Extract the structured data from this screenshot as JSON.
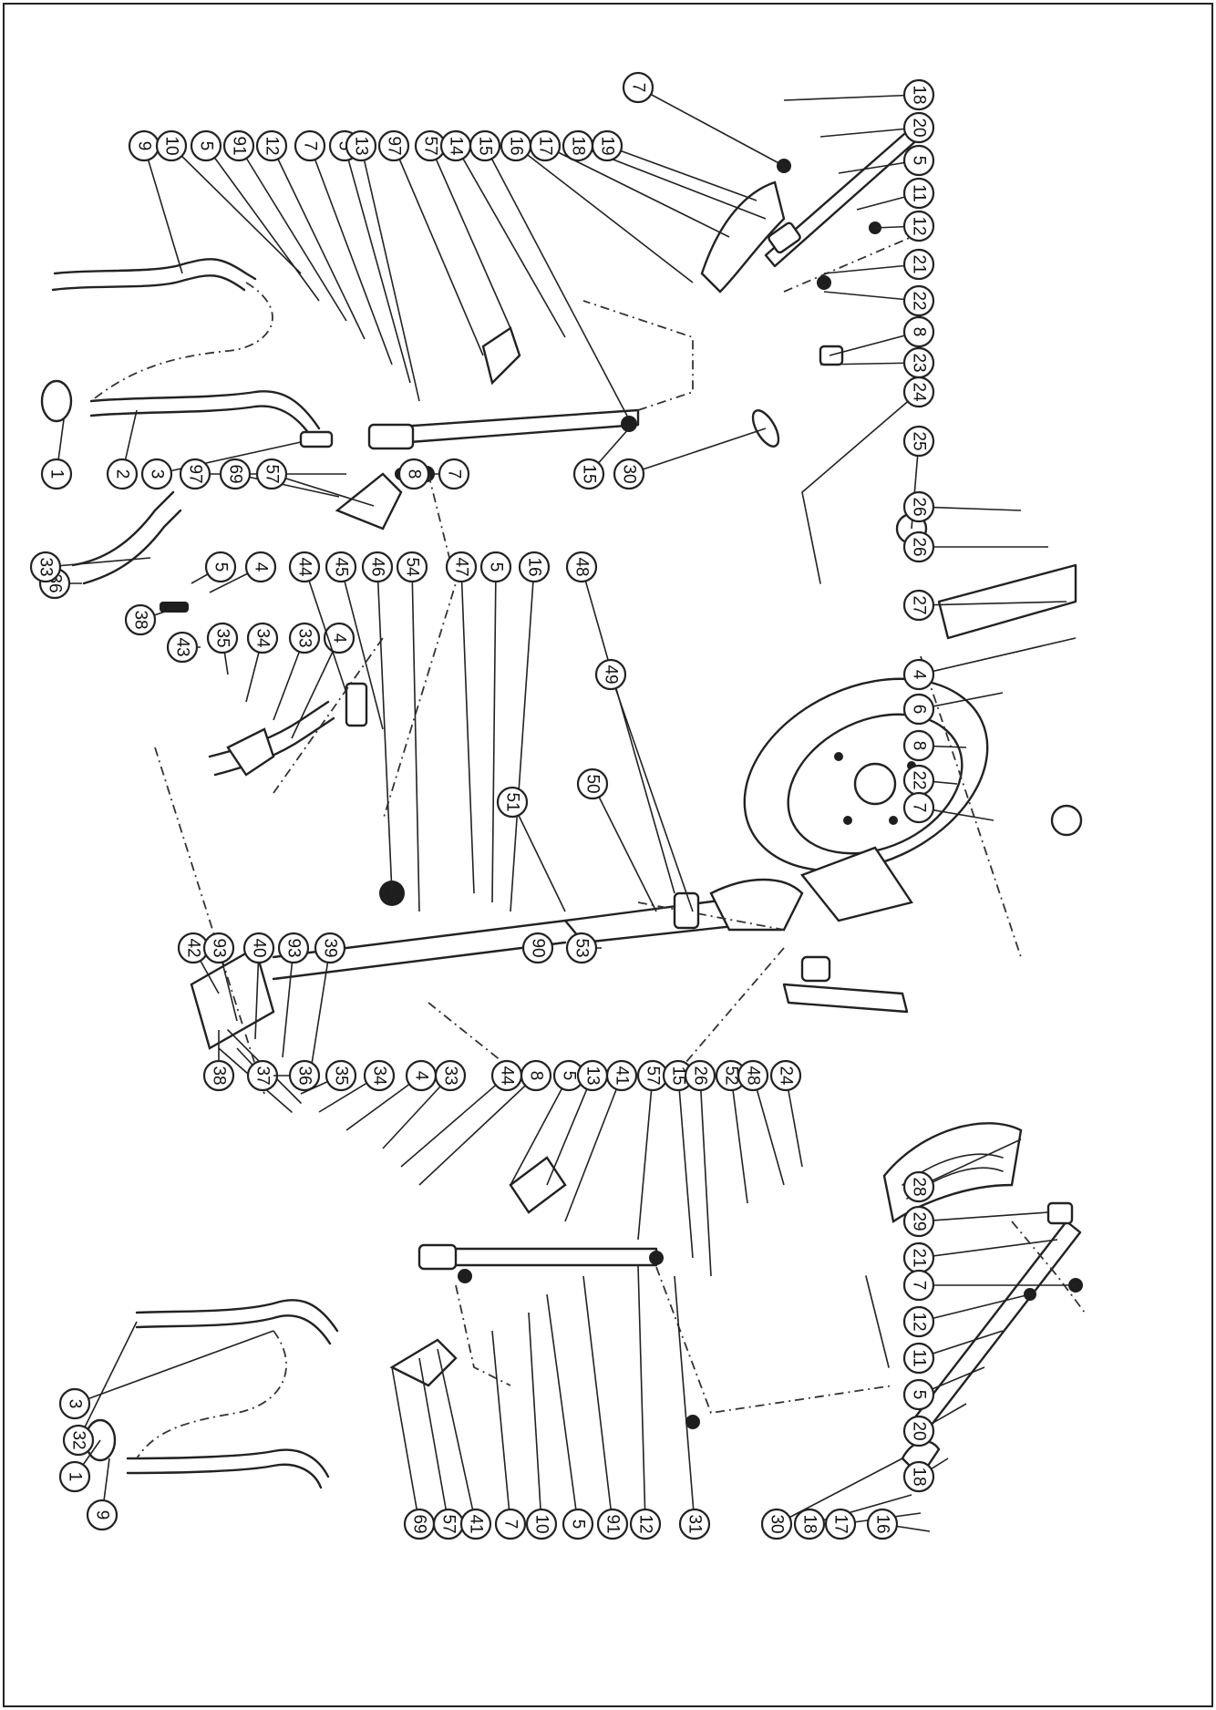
{
  "callout_numbers": {
    "top_row": [
      "1",
      "2",
      "3",
      "97",
      "69",
      "57",
      "8",
      "7",
      "9",
      "10",
      "5",
      "91",
      "12",
      "7",
      "5",
      "13",
      "97",
      "57",
      "14",
      "15",
      "15",
      "16",
      "17",
      "18",
      "19",
      "30",
      "7",
      "18",
      "20",
      "5",
      "11",
      "12",
      "21",
      "22",
      "8",
      "23",
      "24"
    ],
    "middle_row": [
      "25",
      "26",
      "26",
      "27",
      "4",
      "6",
      "8",
      "22",
      "7",
      "36",
      "38",
      "43",
      "35",
      "34",
      "33",
      "4",
      "33",
      "5",
      "4",
      "44",
      "45",
      "46",
      "54",
      "47",
      "5",
      "16",
      "48",
      "49",
      "50",
      "51",
      "42",
      "93",
      "40",
      "93",
      "39",
      "90",
      "53"
    ],
    "bottom_row": [
      "38",
      "37",
      "36",
      "35",
      "34",
      "4",
      "33",
      "44",
      "8",
      "5",
      "13",
      "41",
      "57",
      "15",
      "26",
      "52",
      "48",
      "24",
      "28",
      "29",
      "21",
      "7",
      "12",
      "11",
      "5",
      "20",
      "18",
      "9",
      "1",
      "32",
      "3",
      "69",
      "57",
      "41",
      "7",
      "10",
      "5",
      "91",
      "12",
      "31",
      "30",
      "18",
      "17",
      "16"
    ]
  }
}
